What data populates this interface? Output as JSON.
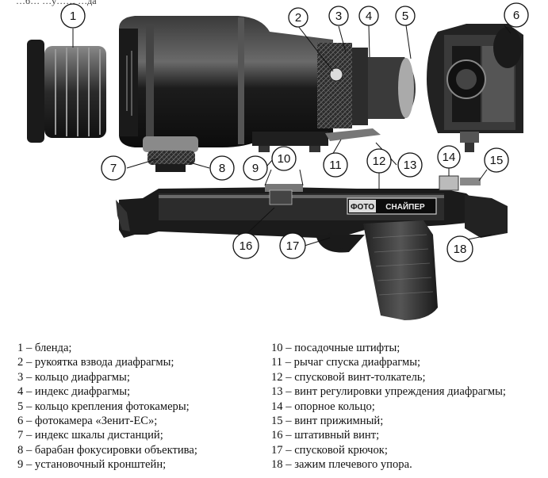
{
  "header_fragment": "…б… …у…… …да",
  "brand_label": {
    "left": "ФОТО",
    "right": "СНАЙПЕР"
  },
  "callouts": [
    "1",
    "2",
    "3",
    "4",
    "5",
    "6",
    "7",
    "8",
    "9",
    "10",
    "11",
    "12",
    "13",
    "14",
    "15",
    "16",
    "17",
    "18"
  ],
  "legend": {
    "left": [
      "1 – бленда;",
      "2 – рукоятка взвода диафрагмы;",
      "3 – кольцо диафрагмы;",
      "4 – индекс диафрагмы;",
      "5 – кольцо крепления фотокамеры;",
      "6 – фотокамера «Зенит-ЕС»;",
      "7 – индекс шкалы дистанций;",
      "8 – барабан фокусировки объектива;",
      "9 – установочный кронштейн;"
    ],
    "right": [
      "10 – посадочные штифты;",
      "11 – рычаг спуска диафрагмы;",
      "12 – спусковой винт-толкатель;",
      "13 – винт регулировки упреждения диафрагмы;",
      "14 – опорное кольцо;",
      "15 – винт прижимный;",
      "16 – штативный винт;",
      "17 – спусковой крючок;",
      "18 – зажим плечевого упора."
    ]
  }
}
